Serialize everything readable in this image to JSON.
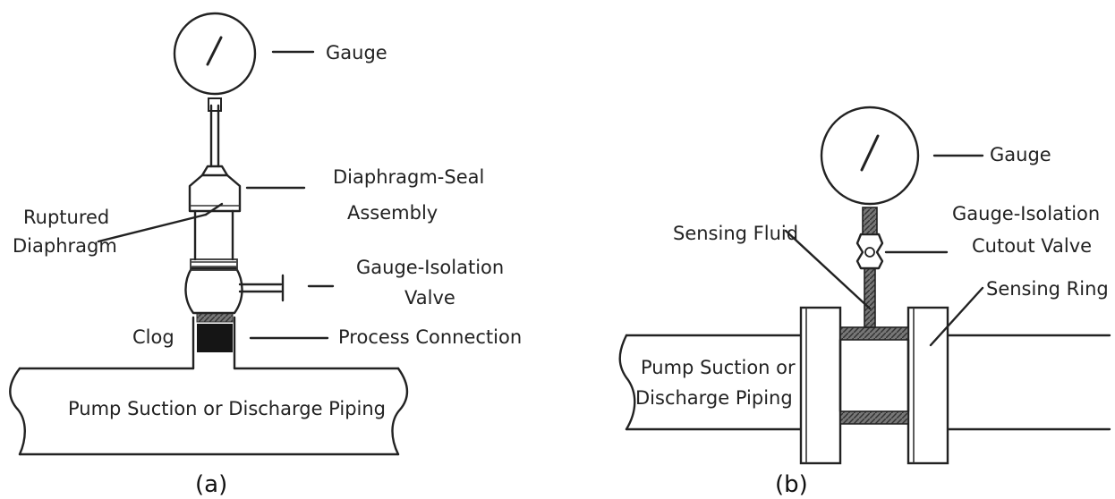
{
  "diagram_a": {
    "caption": "(a)",
    "labels": {
      "gauge": "Gauge",
      "diaphragm_seal": "Diaphragm-Seal",
      "assembly": "Assembly",
      "ruptured": "Ruptured",
      "diaphragm": "Diaphragm",
      "gauge_isolation": "Gauge-Isolation",
      "valve": "Valve",
      "process_connection": "Process Connection",
      "clog": "Clog",
      "piping": "Pump Suction or Discharge Piping"
    }
  },
  "diagram_b": {
    "caption": "(b)",
    "labels": {
      "gauge": "Gauge",
      "gauge_isolation": "Gauge-Isolation",
      "cutout_valve": "Cutout Valve",
      "sensing_fluid": "Sensing Fluid",
      "sensing_ring": "Sensing Ring",
      "pump_suction_or": "Pump Suction or",
      "discharge_piping": "Discharge Piping"
    }
  },
  "colors": {
    "ink": "#222222",
    "dark_fill": "#151515",
    "hatch": "#555555"
  }
}
